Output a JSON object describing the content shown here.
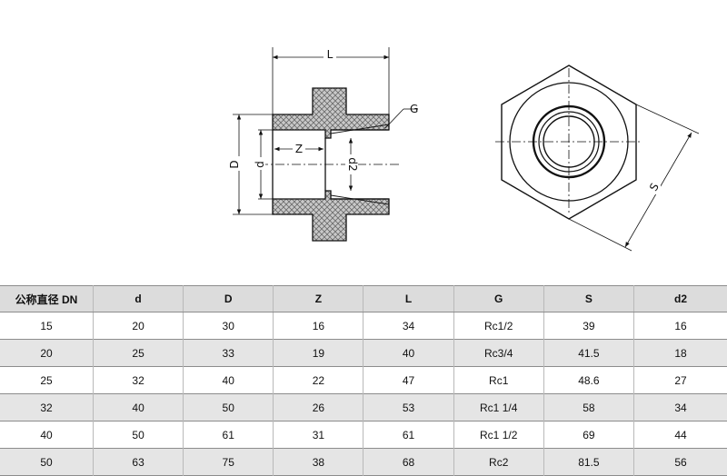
{
  "drawing": {
    "labels": {
      "L": "L",
      "G": "G",
      "D": "D",
      "d": "d",
      "Z": "Z",
      "d2": "d2",
      "S": "S"
    }
  },
  "table": {
    "headers": [
      "公称直径 DN",
      "d",
      "D",
      "Z",
      "L",
      "G",
      "S",
      "d2"
    ],
    "rows": [
      [
        "15",
        "20",
        "30",
        "16",
        "34",
        "Rc1/2",
        "39",
        "16"
      ],
      [
        "20",
        "25",
        "33",
        "19",
        "40",
        "Rc3/4",
        "41.5",
        "18"
      ],
      [
        "25",
        "32",
        "40",
        "22",
        "47",
        "Rc1",
        "48.6",
        "27"
      ],
      [
        "32",
        "40",
        "50",
        "26",
        "53",
        "Rc1 1/4",
        "58",
        "34"
      ],
      [
        "40",
        "50",
        "61",
        "31",
        "61",
        "Rc1 1/2",
        "69",
        "44"
      ],
      [
        "50",
        "63",
        "75",
        "38",
        "68",
        "Rc2",
        "81.5",
        "56"
      ]
    ]
  }
}
